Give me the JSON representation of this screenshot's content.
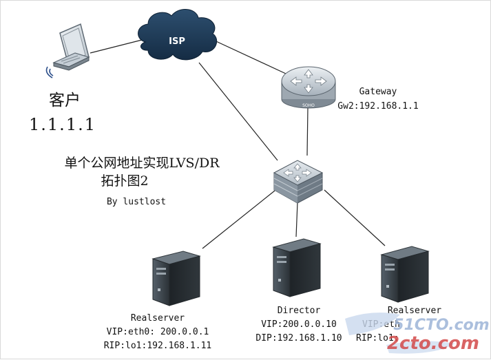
{
  "diagram": {
    "title_line1": "单个公网地址实现LVS/DR",
    "title_line2": "拓扑图2",
    "author": "By lustlost",
    "watermark": {
      "line1": "51CTO.com",
      "line2": "2cto.com"
    },
    "nodes": {
      "client": {
        "label": "客户",
        "ip": "1.1.1.1"
      },
      "isp": {
        "label": "ISP"
      },
      "gateway": {
        "label": "Gateway",
        "ip": "Gw2:192.168.1.1",
        "badge": "SOHO"
      },
      "director": {
        "label": "Director",
        "vip": "VIP:200.0.0.10",
        "dip": "DIP:192.168.1.10"
      },
      "realserver1": {
        "label": "Realserver",
        "vip": "VIP:eth0: 200.0.0.1",
        "rip": "RIP:lo1:192.168.1.11"
      },
      "realserver2": {
        "label": "Realserver",
        "vip": "VIP:eth",
        "rip": "RIP:lo1:"
      }
    },
    "colors": {
      "line": "#222222",
      "cloud": "#1e3b57",
      "router": "#cfd6dc",
      "switch": "#8c98a3",
      "server": "#3d4448",
      "watermark_blue": "#9db5d8",
      "watermark_red": "#d34a4a"
    }
  }
}
